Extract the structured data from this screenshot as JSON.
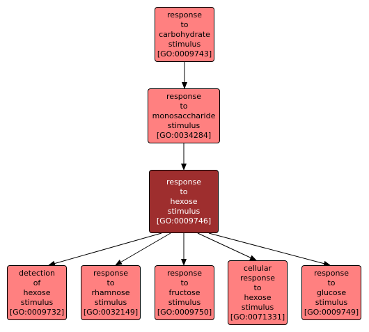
{
  "colors": {
    "node_fill": "#ff8080",
    "focus_fill": "#9e2e2e",
    "focus_text": "#ffffff",
    "edge": "#000000"
  },
  "nodes": {
    "carbohydrate": {
      "lines": [
        "response",
        "to",
        "carbohydrate",
        "stimulus",
        "[GO:0009743]"
      ]
    },
    "monosaccharide": {
      "lines": [
        "response",
        "to",
        "monosaccharide",
        "stimulus",
        "[GO:0034284]"
      ]
    },
    "hexose": {
      "lines": [
        "response",
        "to",
        "hexose",
        "stimulus",
        "[GO:0009746]"
      ]
    },
    "detection": {
      "lines": [
        "detection",
        "of",
        "hexose",
        "stimulus",
        "[GO:0009732]"
      ]
    },
    "rhamnose": {
      "lines": [
        "response",
        "to",
        "rhamnose",
        "stimulus",
        "[GO:0032149]"
      ]
    },
    "fructose": {
      "lines": [
        "response",
        "to",
        "fructose",
        "stimulus",
        "[GO:0009750]"
      ]
    },
    "cellular": {
      "lines": [
        "cellular",
        "response",
        "to",
        "hexose",
        "stimulus",
        "[GO:0071331]"
      ]
    },
    "glucose": {
      "lines": [
        "response",
        "to",
        "glucose",
        "stimulus",
        "[GO:0009749]"
      ]
    }
  },
  "edges": [
    {
      "from": "carbohydrate",
      "to": "monosaccharide"
    },
    {
      "from": "monosaccharide",
      "to": "hexose"
    },
    {
      "from": "hexose",
      "to": "detection"
    },
    {
      "from": "hexose",
      "to": "rhamnose"
    },
    {
      "from": "hexose",
      "to": "fructose"
    },
    {
      "from": "hexose",
      "to": "cellular"
    },
    {
      "from": "hexose",
      "to": "glucose"
    }
  ]
}
